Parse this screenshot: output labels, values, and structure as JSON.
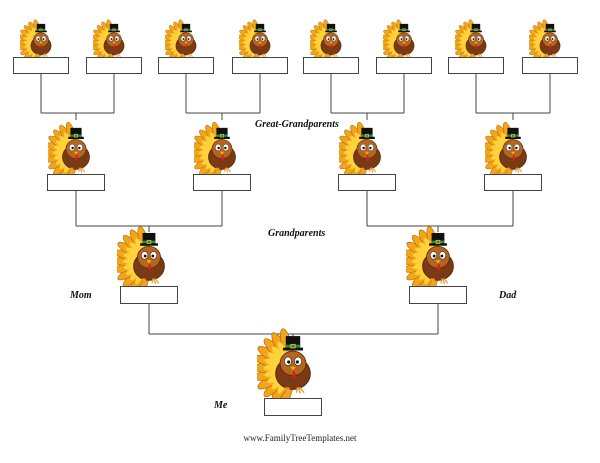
{
  "labels": {
    "great_grandparents": "Great-Grandparents",
    "grandparents": "Grandparents",
    "mom": "Mom",
    "dad": "Dad",
    "me": "Me"
  },
  "footer": "www.FamilyTreeTemplates.net",
  "colors": {
    "feather_outer": "#f2a51a",
    "feather_inner": "#ffd23c",
    "body": "#7a3a14",
    "body_dark": "#5a2a0c",
    "face": "#b5651d",
    "hat": "#111111",
    "hat_band": "#2e8b3a",
    "buckle": "#e7c43a",
    "beak": "#f5a623",
    "wattle": "#d81e1e",
    "feet": "#f0a030",
    "line": "#444444"
  },
  "icons": [
    "pilgrim-turkey-icon"
  ]
}
